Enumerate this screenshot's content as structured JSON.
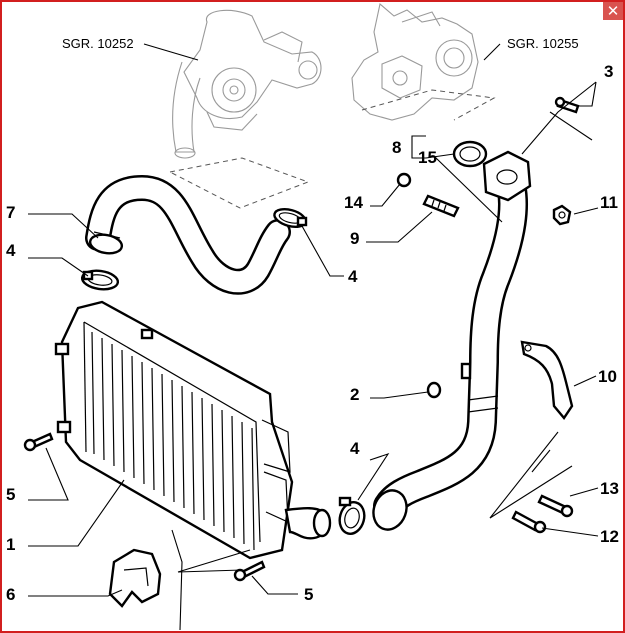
{
  "refs": {
    "left": "SGR. 10252",
    "right": "SGR. 10255"
  },
  "callouts": [
    {
      "key": "c3",
      "text": "3"
    },
    {
      "key": "c8",
      "text": "8"
    },
    {
      "key": "c15",
      "text": "15"
    },
    {
      "key": "c7",
      "text": "7"
    },
    {
      "key": "c14",
      "text": "14"
    },
    {
      "key": "c11",
      "text": "11"
    },
    {
      "key": "c9",
      "text": "9"
    },
    {
      "key": "c4a",
      "text": "4"
    },
    {
      "key": "c4b",
      "text": "4"
    },
    {
      "key": "c2",
      "text": "2"
    },
    {
      "key": "c10",
      "text": "10"
    },
    {
      "key": "c4c",
      "text": "4"
    },
    {
      "key": "c5a",
      "text": "5"
    },
    {
      "key": "c13",
      "text": "13"
    },
    {
      "key": "c1",
      "text": "1"
    },
    {
      "key": "c12",
      "text": "12"
    },
    {
      "key": "c6",
      "text": "6"
    },
    {
      "key": "c5b",
      "text": "5"
    }
  ],
  "close_icon": "close-icon",
  "colors": {
    "frame": "#d21f1f",
    "close_bg": "#d9534f"
  }
}
